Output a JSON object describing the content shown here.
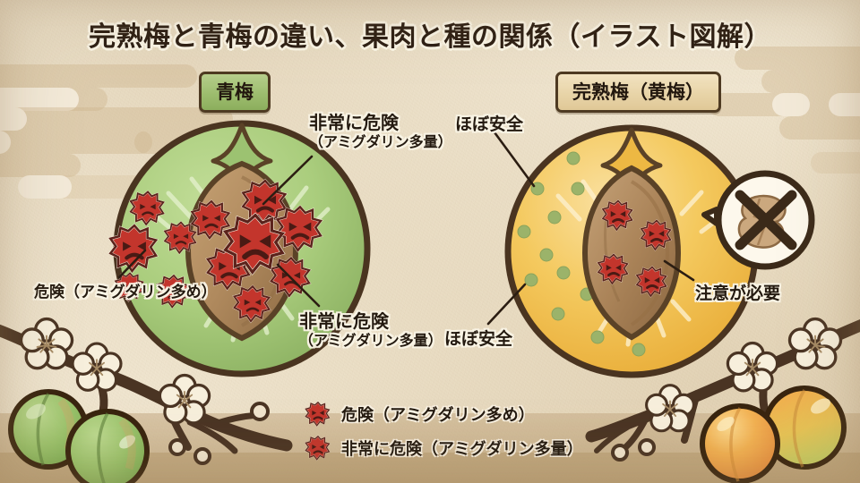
{
  "title": "完熟梅と青梅の違い、果肉と種の関係（イラスト図解）",
  "badges": {
    "left": "青梅",
    "right": "完熟梅（黄梅）"
  },
  "left_plum": {
    "name": "aoume-cross-section",
    "callouts": [
      {
        "id": "top-right",
        "line1": "非常に危険",
        "line2": "（アミグダリン多量）"
      },
      {
        "id": "bottom-left",
        "text": "危険（アミグダリン多め）"
      },
      {
        "id": "bottom-right",
        "line1": "非常に危険",
        "line2": "（アミグダリン多量）"
      }
    ]
  },
  "right_plum": {
    "name": "kanjukuume-cross-section",
    "callouts": [
      {
        "id": "top-left",
        "text": "ほぼ安全"
      },
      {
        "id": "bottom-left",
        "text": "ほぼ安全"
      },
      {
        "id": "seed",
        "text": "注意が必要"
      }
    ],
    "bubble": {
      "icon": "crossed-out-seed",
      "meaning": "種は食べない"
    }
  },
  "legend": [
    {
      "icon": "danger-spiky-icon",
      "label": "危険（アミグダリン多め）"
    },
    {
      "icon": "very-danger-spiky-icon",
      "label": "非常に危険（アミグダリン多量）"
    }
  ],
  "colors": {
    "paper": "#f1e7d2",
    "cloud": "#ceb58c",
    "ink": "#2b1d12",
    "green_flesh": "#a8c97c",
    "green_flesh_dark": "#8fb763",
    "yellow_flesh": "#f2c455",
    "yellow_flesh_light": "#f7dc92",
    "pit_brown": "#a98055",
    "danger_red": "#c3342c",
    "badge_green": "#9dbd6e",
    "badge_cream": "#e8d4a8",
    "safe_dot": "#9bb36a"
  }
}
